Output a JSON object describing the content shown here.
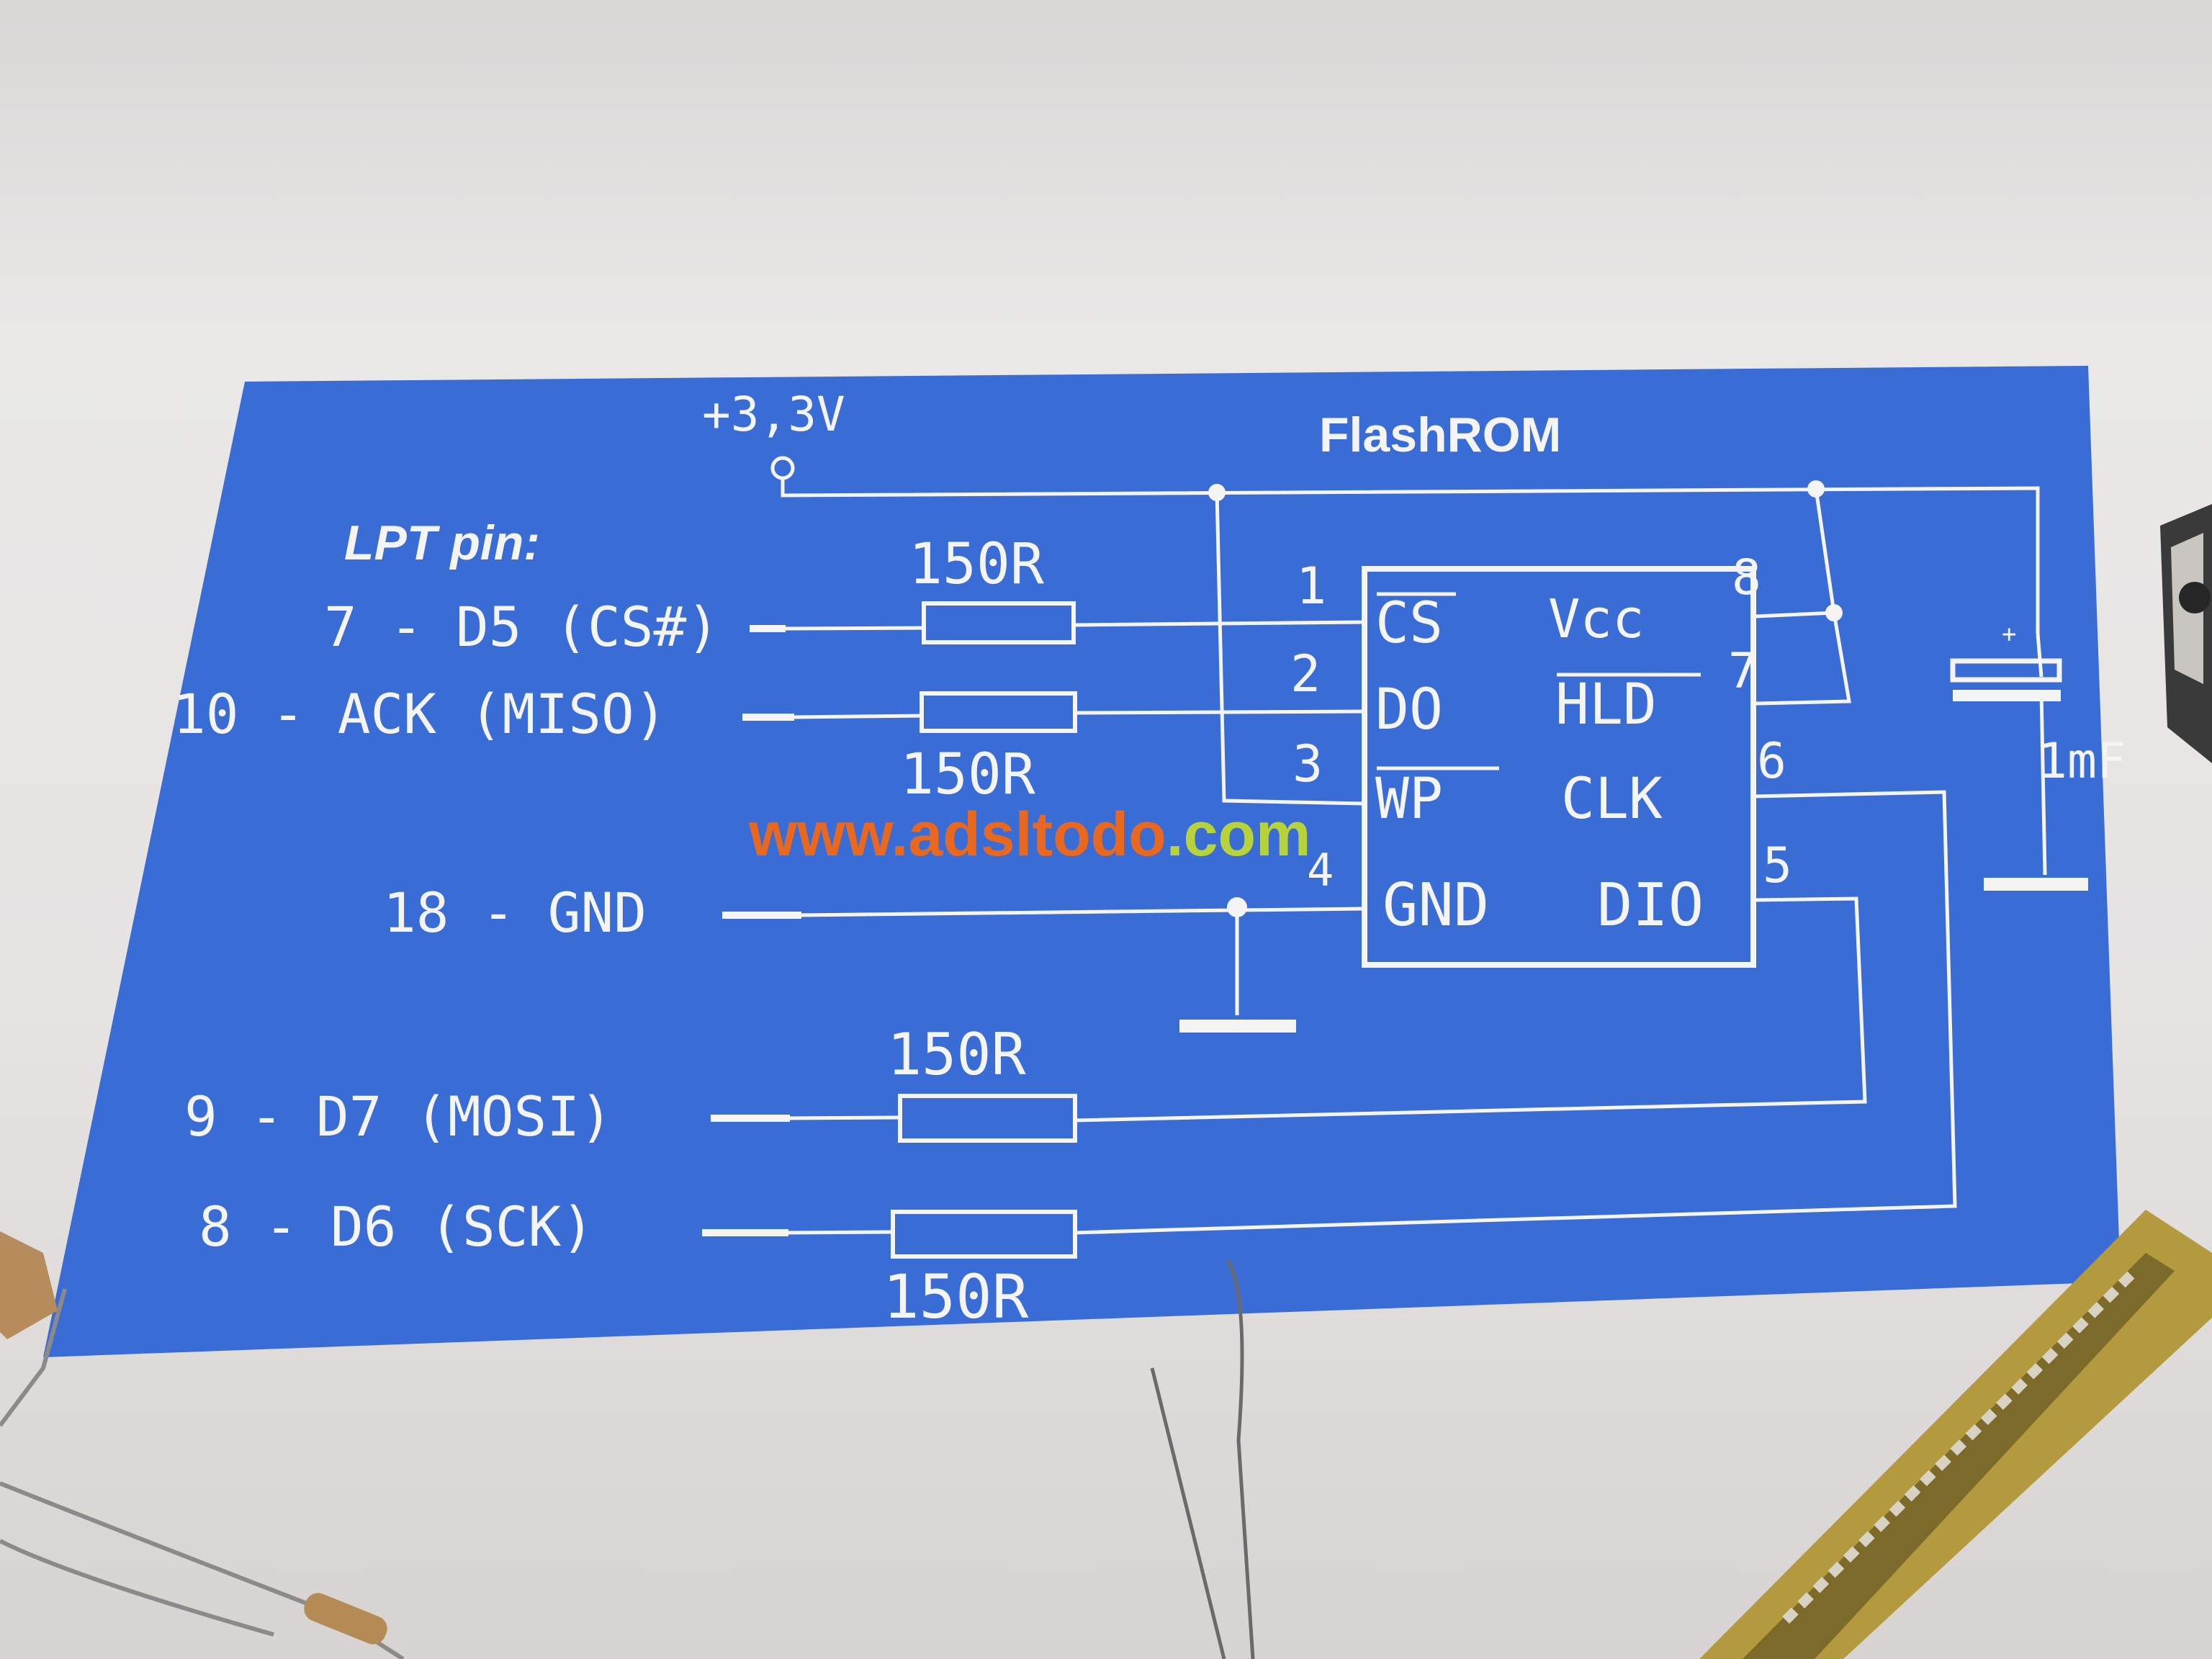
{
  "title": "FlashROM",
  "supply_label": "+3,3V",
  "header_label": "LPT pin:",
  "lpt_pins": [
    {
      "label": "7 - D5 (CS#)"
    },
    {
      "label": "10 - ACK (MISO)"
    },
    {
      "label": "18 - GND"
    },
    {
      "label": "9 - D7 (MOSI)"
    },
    {
      "label": "8 - D6 (SCK)"
    }
  ],
  "resistors": [
    "150R",
    "150R",
    "150R",
    "150R"
  ],
  "chip": {
    "pin_numbers": [
      "1",
      "2",
      "3",
      "4",
      "5",
      "6",
      "7",
      "8"
    ],
    "left_pins": [
      "CS",
      "DO",
      "WP",
      "GND"
    ],
    "right_pins": [
      "Vcc",
      "HLD",
      "CLK",
      "DIO"
    ]
  },
  "capacitor": {
    "label": "1mF",
    "polarity": "+"
  },
  "watermark": {
    "part1": "www.",
    "part2": "adsltodo",
    "part3": ".com"
  },
  "colors": {
    "diagram_bg": "#3a6cd6",
    "ink": "#f4f4f4",
    "page": "#e9e8e7"
  }
}
